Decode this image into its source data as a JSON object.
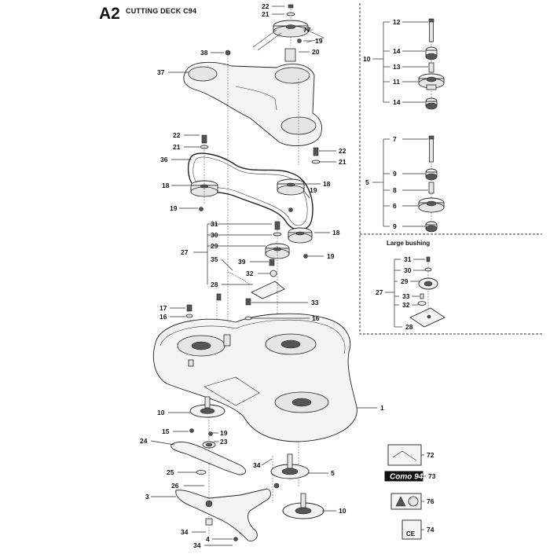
{
  "header": {
    "code": "A2",
    "title": "CUTTING DECK C94"
  },
  "inset": {
    "large_bushing_title": "Large bushing"
  },
  "decal_logo_text": "Como 94",
  "callouts": {
    "c22a": "22",
    "c21a": "21",
    "c77": "77",
    "c19a": "19",
    "c20": "20",
    "c38": "38",
    "c37": "37",
    "c22b": "22",
    "c21b": "21",
    "c36": "36",
    "c18a": "18",
    "c19b": "19",
    "c22c": "22",
    "c21c": "21",
    "c18b": "18",
    "c19c": "19",
    "c31": "31",
    "c30": "30",
    "c29": "29",
    "c27": "27",
    "c35": "35",
    "c18c": "18",
    "c39": "39",
    "c32": "32",
    "c19d": "19",
    "c28": "28",
    "c17": "17",
    "c16a": "16",
    "c33": "33",
    "c16b": "16",
    "c1": "1",
    "c10a": "10",
    "c15": "15",
    "c19e": "19",
    "c24": "24",
    "c23": "23",
    "c34a": "34",
    "c5a": "5",
    "c25": "25",
    "c26": "26",
    "c3": "3",
    "c10b": "10",
    "c34b": "34",
    "c4": "4",
    "c34c": "34",
    "c72": "72",
    "c73": "73",
    "c76": "76",
    "c74": "74",
    "r12": "12",
    "r14a": "14",
    "r13": "13",
    "r11": "11",
    "r14b": "14",
    "r10": "10",
    "r7": "7",
    "r9a": "9",
    "r8": "8",
    "r6": "6",
    "r9b": "9",
    "r5": "5",
    "b31": "31",
    "b30": "30",
    "b29": "29",
    "b33": "33",
    "b32": "32",
    "b27": "27",
    "b28": "28"
  }
}
